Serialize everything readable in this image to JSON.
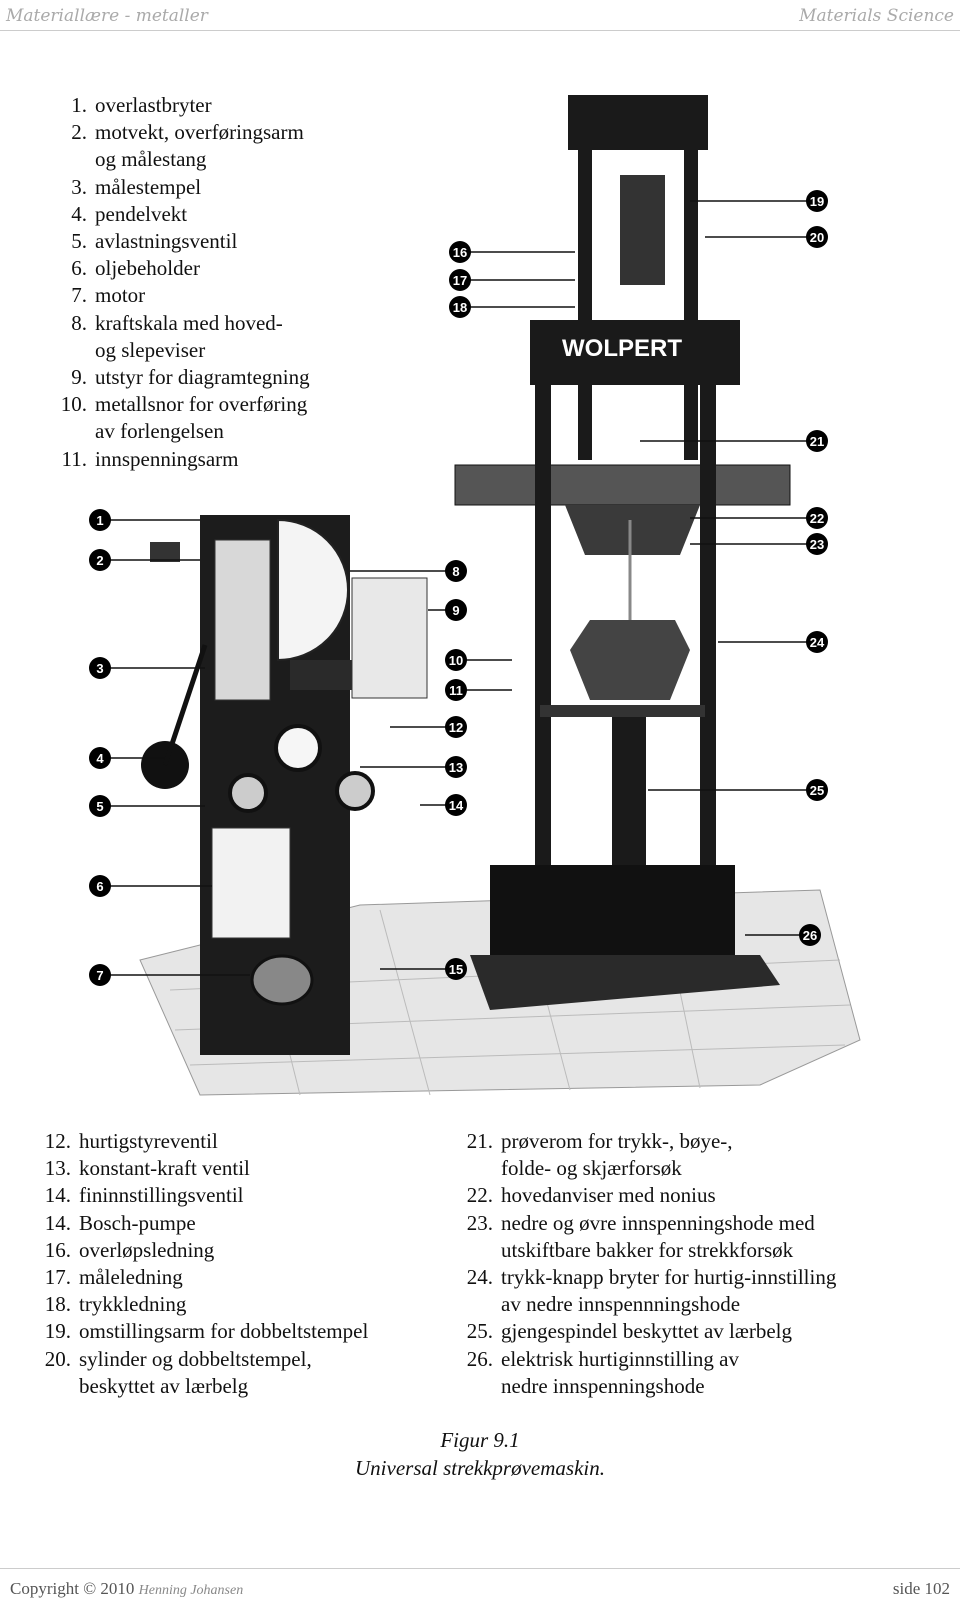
{
  "header": {
    "left": "Materiallære - metaller",
    "right": "Materials Science"
  },
  "parts_top": [
    {
      "n": "1.",
      "t": "overlastbryter"
    },
    {
      "n": "2.",
      "t": "motvekt, overføringsarm\nog målestang"
    },
    {
      "n": "3.",
      "t": "målestempel"
    },
    {
      "n": "4.",
      "t": "pendelvekt"
    },
    {
      "n": "5.",
      "t": "avlastningsventil"
    },
    {
      "n": "6.",
      "t": "oljebeholder"
    },
    {
      "n": "7.",
      "t": "motor"
    },
    {
      "n": "8.",
      "t": "kraftskala med hoved-\nog slepeviser"
    },
    {
      "n": "9.",
      "t": "utstyr for diagramtegning"
    },
    {
      "n": "10.",
      "t": "metallsnor for overføring\nav forlengelsen"
    },
    {
      "n": "11.",
      "t": "innspenningsarm"
    }
  ],
  "parts_left": [
    {
      "n": "12.",
      "t": "hurtigstyreventil"
    },
    {
      "n": "13.",
      "t": "konstant-kraft ventil"
    },
    {
      "n": "14.",
      "t": "fininnstillingsventil"
    },
    {
      "n": "14.",
      "t": "Bosch-pumpe"
    },
    {
      "n": "16.",
      "t": "overløpsledning"
    },
    {
      "n": "17.",
      "t": "måleledning"
    },
    {
      "n": "18.",
      "t": "trykkledning"
    },
    {
      "n": "19.",
      "t": "omstillingsarm for dobbeltstempel"
    },
    {
      "n": "20.",
      "t": "sylinder og dobbeltstempel,\nbeskyttet av lærbelg"
    }
  ],
  "parts_right": [
    {
      "n": "21.",
      "t": "prøverom for trykk-, bøye-,\nfolde- og skjærforsøk"
    },
    {
      "n": "22.",
      "t": "hovedanviser med nonius"
    },
    {
      "n": "23.",
      "t": "nedre og øvre innspenningshode med\nutskiftbare bakker for strekkforsøk"
    },
    {
      "n": "24.",
      "t": "trykk-knapp bryter for hurtig-innstilling\nav nedre innspennningshode"
    },
    {
      "n": "25.",
      "t": "gjengespindel beskyttet av lærbelg"
    },
    {
      "n": "26.",
      "t": "elektrisk hurtiginnstilling av\nnedre innspenningshode"
    }
  ],
  "figure": {
    "brand": "WOLPERT",
    "callouts": [
      "1",
      "2",
      "3",
      "4",
      "5",
      "6",
      "7",
      "8",
      "9",
      "10",
      "11",
      "12",
      "13",
      "14",
      "15",
      "16",
      "17",
      "18",
      "19",
      "20",
      "21",
      "22",
      "23",
      "24",
      "25",
      "26"
    ]
  },
  "caption": {
    "line1": "Figur 9.1",
    "line2": "Universal strekkprøvemaskin."
  },
  "footer": {
    "copyright": "Copyright © 2010",
    "author": "Henning Johansen",
    "page": "side 102"
  }
}
